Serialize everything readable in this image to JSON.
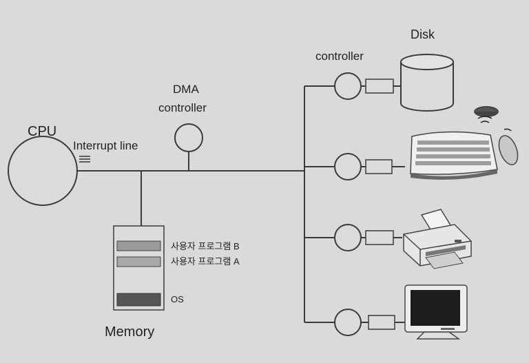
{
  "labels": {
    "cpu": "CPU",
    "interrupt_line": "Interrupt line",
    "dma_line1": "DMA",
    "dma_line2": "controller",
    "controller": "controller",
    "disk": "Disk",
    "memory": "Memory",
    "user_program_b": "사용자 프로그램 B",
    "user_program_a": "사용자 프로그램 A",
    "os": "OS"
  },
  "colors": {
    "background": "#d9dadc",
    "line": "#3a3a3a",
    "circle_fill": "#dadbdd",
    "memory_block": "#9a9a9a",
    "os_block": "#555555"
  },
  "devices": [
    {
      "name": "disk",
      "icon": "disk-cylinder-icon"
    },
    {
      "name": "keyboard-mouse",
      "icon": "keyboard-mouse-icon"
    },
    {
      "name": "printer",
      "icon": "printer-icon"
    },
    {
      "name": "monitor",
      "icon": "monitor-icon"
    }
  ]
}
